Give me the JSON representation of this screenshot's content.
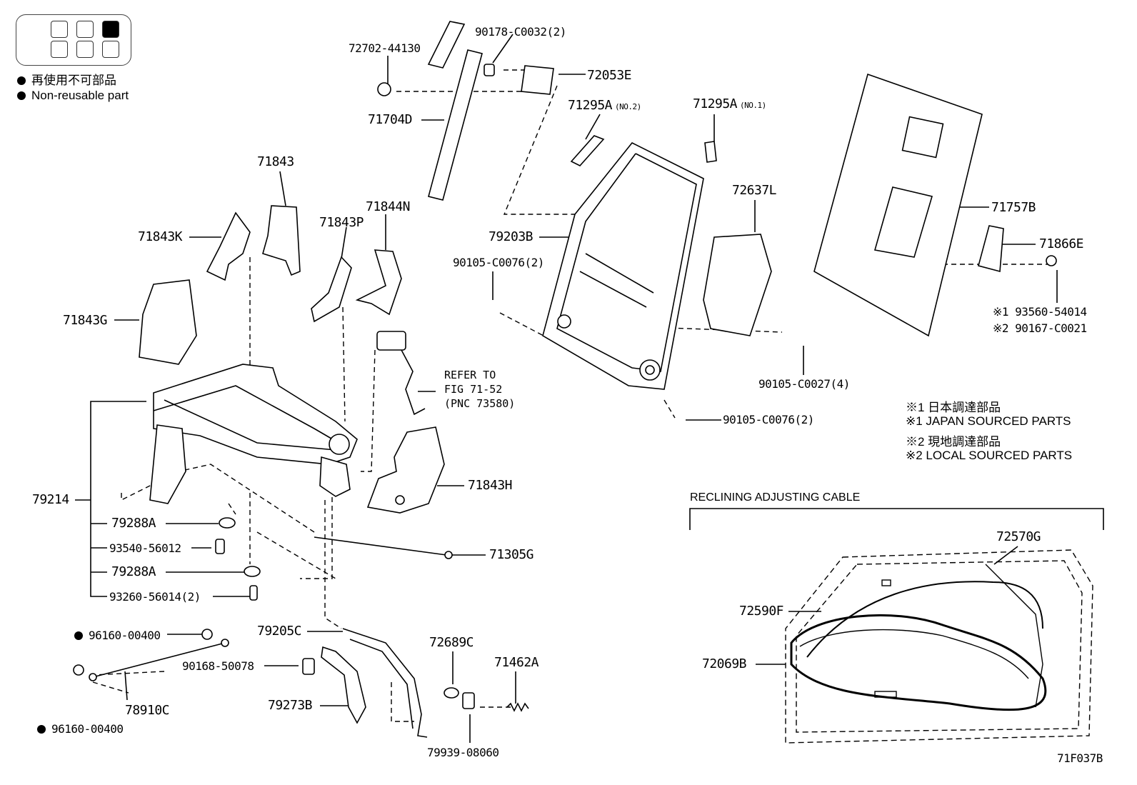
{
  "legend": {
    "non_reusable_jp": "再使用不可部品",
    "non_reusable_en": "Non-reusable part"
  },
  "parts": {
    "p72702": "72702-44130",
    "p90178": "90178-C0032(2)",
    "p72053E": "72053E",
    "p71704D": "71704D",
    "p71295A_2": "71295A",
    "p71295A_2_note": "(NO.2)",
    "p71295A_1": "71295A",
    "p71295A_1_note": "(NO.1)",
    "p71843": "71843",
    "p71843K": "71843K",
    "p71843P": "71843P",
    "p71844N": "71844N",
    "p72637L": "72637L",
    "p71757B": "71757B",
    "p79203B": "79203B",
    "p90105_c0076_top": "90105-C0076(2)",
    "p71866E": "71866E",
    "p71843G": "71843G",
    "p93560": "※1 93560-54014",
    "p90167": "※2 90167-C0021",
    "p90105_c0027": "90105-C0027(4)",
    "p90105_c0076_bot": "90105-C0076(2)",
    "p79214": "79214",
    "p79288A_1": "79288A",
    "p93540": "93540-56012",
    "p79288A_2": "79288A",
    "p93260": "93260-56014(2)",
    "p71843H": "71843H",
    "p71305G": "71305G",
    "p96160_top": "96160-00400",
    "p96160_bot": "96160-00400",
    "p90168": "90168-50078",
    "p78910C": "78910C",
    "p79205C": "79205C",
    "p79273B": "79273B",
    "p72689C": "72689C",
    "p71462A": "71462A",
    "p79939": "79939-08060",
    "p72570G": "72570G",
    "p72590F": "72590F",
    "p72069B": "72069B"
  },
  "refer": {
    "line1": "REFER TO",
    "line2": "FIG 71-52",
    "line3": "(PNC 73580)"
  },
  "sourcing": {
    "s1_jp": "※1 日本調達部品",
    "s1_en": "※1 JAPAN SOURCED PARTS",
    "s2_jp": "※2 現地調達部品",
    "s2_en": "※2 LOCAL SOURCED PARTS"
  },
  "cable_section": {
    "title": "RECLINING ADJUSTING CABLE"
  },
  "figure_id": "71F037B"
}
